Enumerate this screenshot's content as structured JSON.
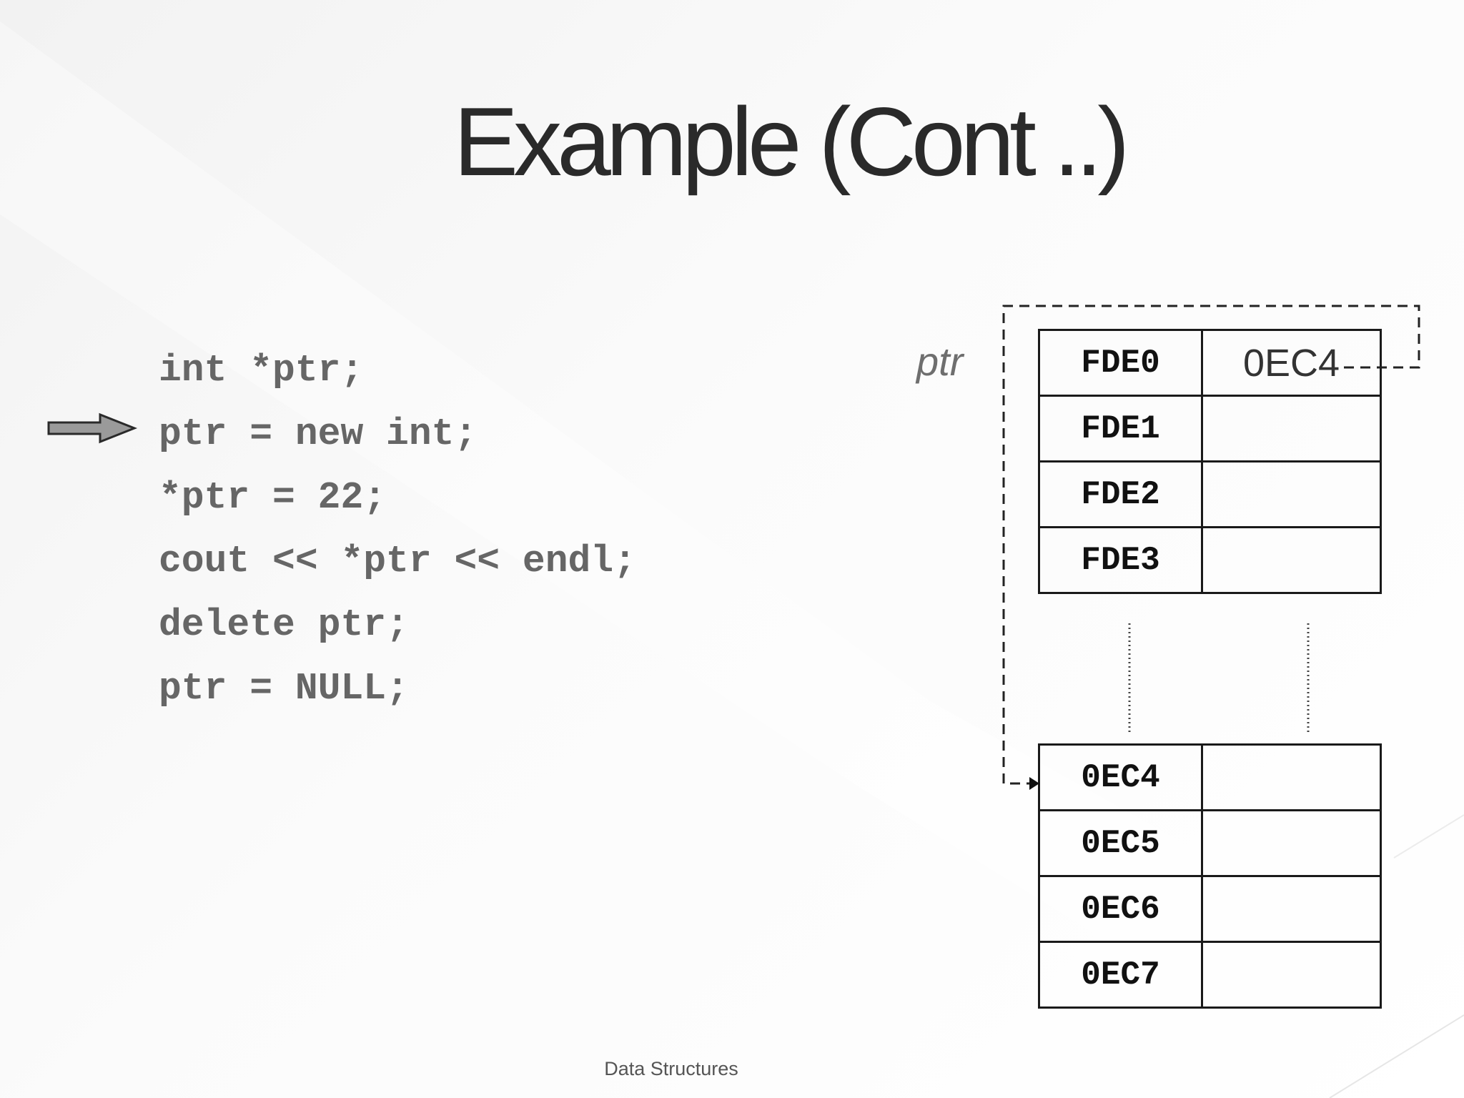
{
  "slide": {
    "title": "Example (Cont ..)",
    "footer": "Data Structures"
  },
  "code": {
    "lines": [
      "int *ptr;",
      "ptr = new int;",
      "*ptr = 22;",
      "cout << *ptr << endl;",
      "delete ptr;",
      "ptr = NULL;"
    ],
    "current_line_index": 1
  },
  "memory": {
    "pointer_label": "ptr",
    "top_block": [
      {
        "address": "FDE0",
        "value": "0EC4"
      },
      {
        "address": "FDE1",
        "value": ""
      },
      {
        "address": "FDE2",
        "value": ""
      },
      {
        "address": "FDE3",
        "value": ""
      }
    ],
    "bottom_block": [
      {
        "address": "0EC4",
        "value": ""
      },
      {
        "address": "0EC5",
        "value": ""
      },
      {
        "address": "0EC6",
        "value": ""
      },
      {
        "address": "0EC7",
        "value": ""
      }
    ]
  },
  "colors": {
    "code_text": "#666666",
    "arrow_fill": "#9a9a9a",
    "title_text": "#2a2a2a"
  },
  "icons": {
    "current_line_marker": "right-arrow-icon"
  }
}
